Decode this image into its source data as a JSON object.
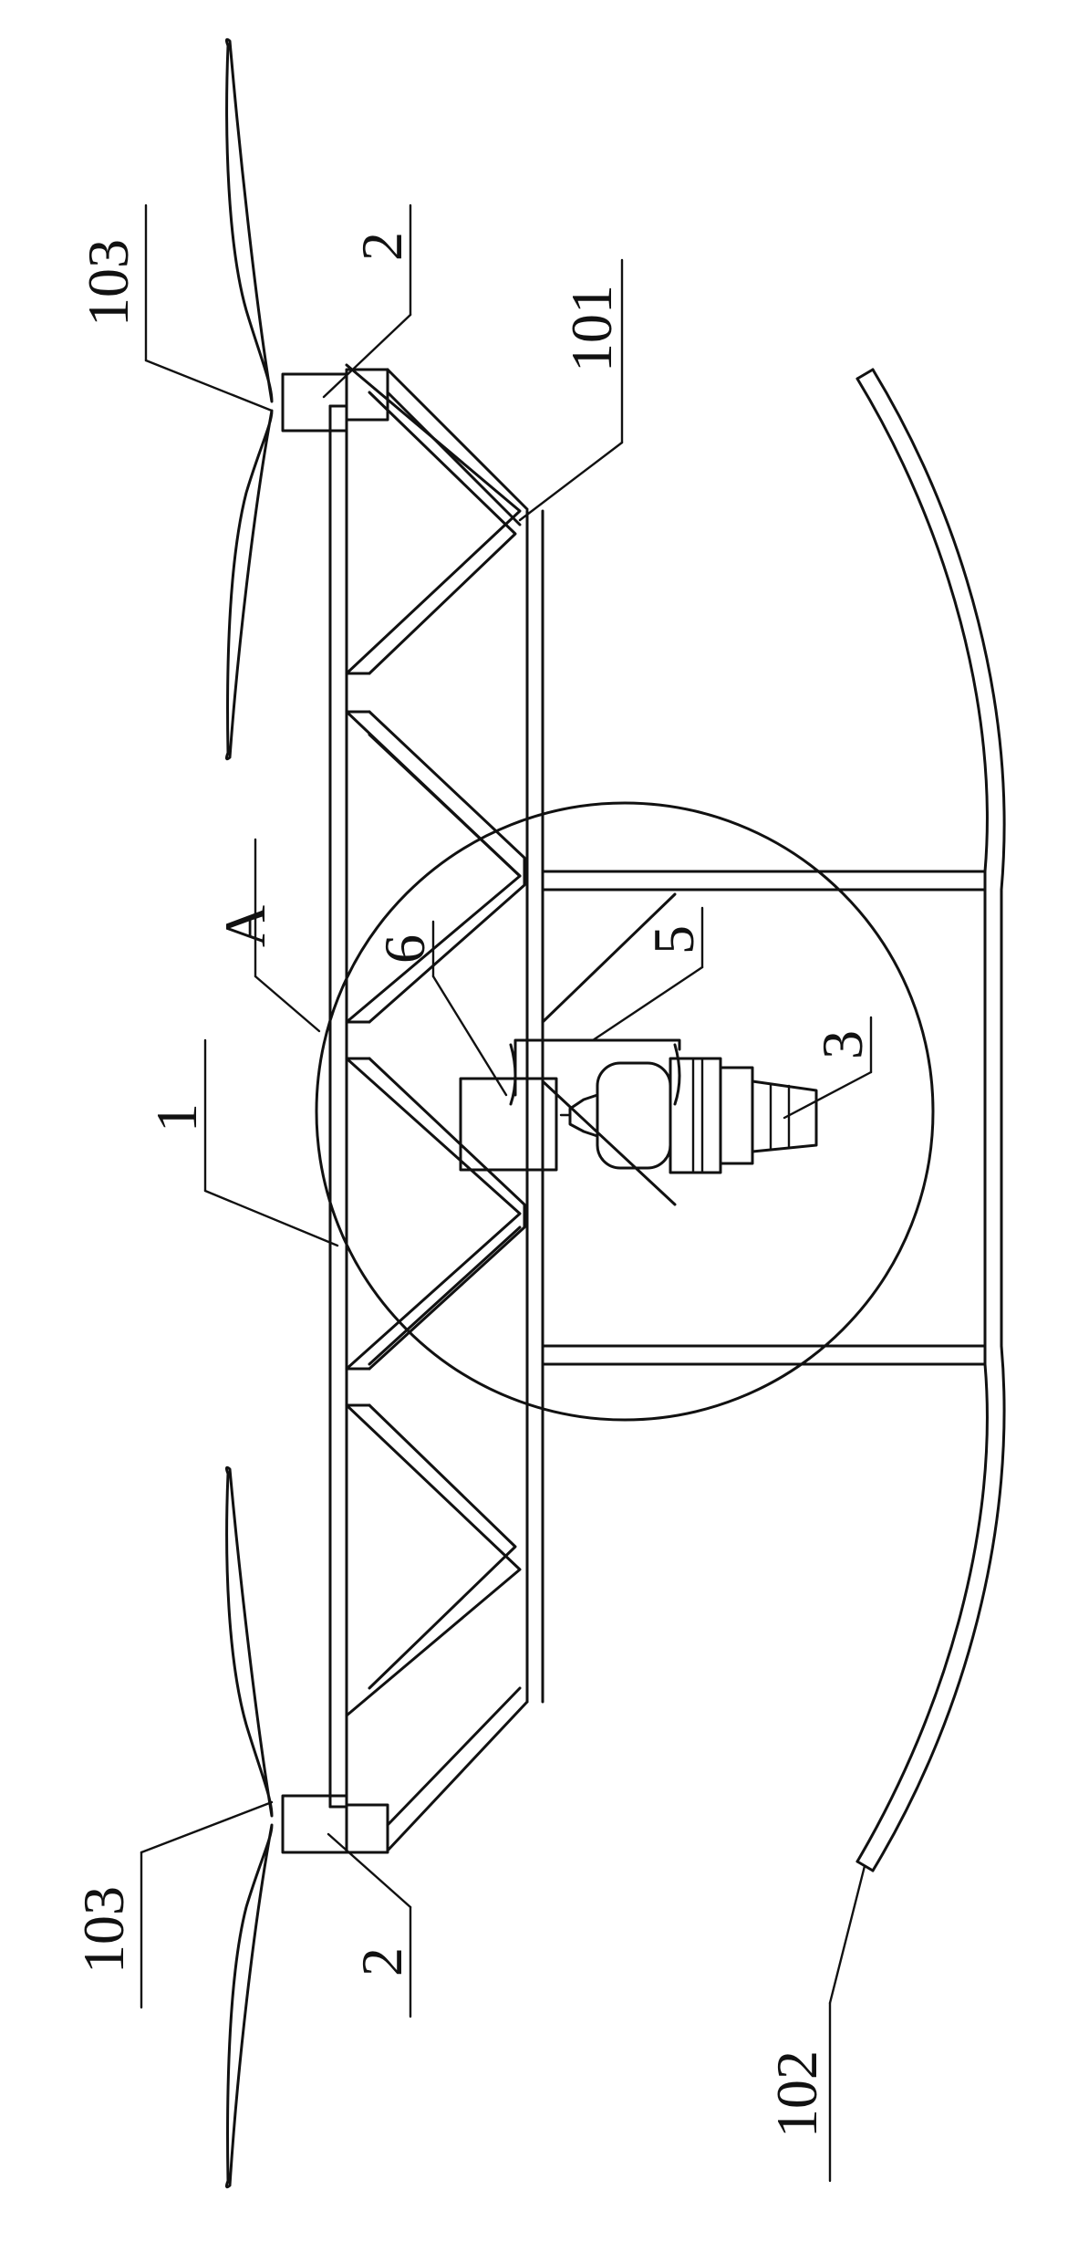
{
  "labels": {
    "frame": "1",
    "rotor_mount_top": "2",
    "rotor_mount_bottom": "2",
    "engine": "3",
    "bracket": "5",
    "control_box": "6",
    "truss_apex": "101",
    "landing_arc": "102",
    "propeller_top": "103",
    "propeller_bottom": "103",
    "detail_circle": "A"
  },
  "colors": {
    "line": "#111111",
    "background": "#ffffff"
  }
}
